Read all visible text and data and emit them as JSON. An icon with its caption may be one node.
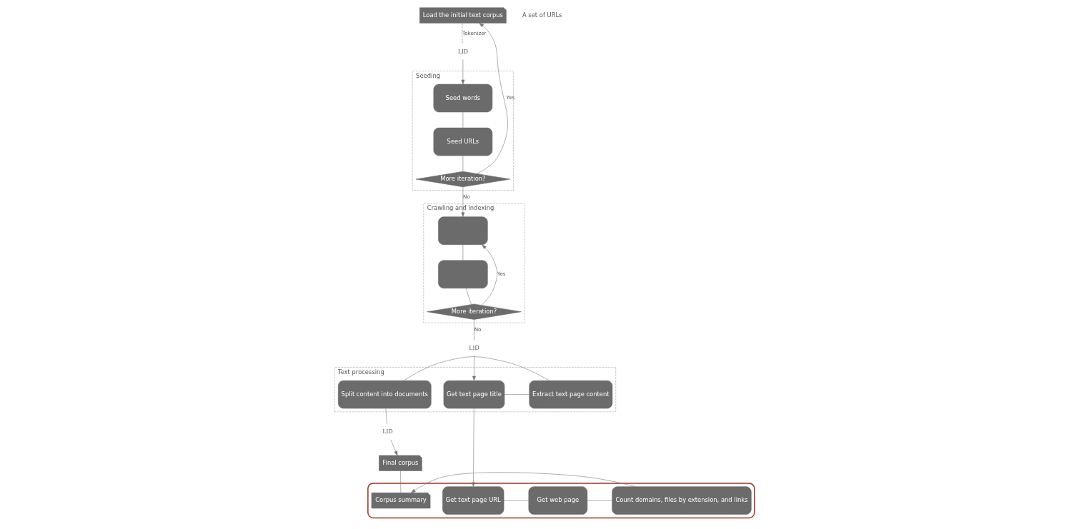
{
  "diagram": {
    "nodes": [
      {
        "text": [
          "Load the initial text corpus"
        ]
      },
      {
        "text": [
          "Seeding"
        ]
      },
      {
        "text": [
          "Seed words"
        ],
        "in": 1
      },
      {
        "text": [
          "Seed URLs"
        ],
        "in": 1
      },
      {
        "text": [
          "More iteration?"
        ],
        "in": 1
      },
      {
        "text": [
          "Crawling and indexing"
        ]
      },
      {
        "text": [],
        "shape": "box",
        "in": 5
      },
      {
        "text": [],
        "shape": "box",
        "in": 5
      },
      {
        "text": [
          "More iteration?"
        ],
        "in": 5
      },
      {
        "text": [
          "Text processing"
        ]
      },
      {
        "text": [
          "Split content into documents"
        ],
        "in": 9
      },
      {
        "text": [
          "Extract text page content"
        ],
        "in": 9
      },
      {
        "text": [
          "Get text page title"
        ],
        "in": 9
      },
      {
        "text": [
          "Final corpus"
        ]
      },
      {
        "text": [],
        "shape": "box"
      },
      {
        "text": [
          "Corpus summary"
        ],
        "in": 14
      },
      {
        "text": [
          "Count domains, files by extension, and links"
        ],
        "in": 14
      },
      {
        "text": [
          "Get web page"
        ],
        "in": 14
      },
      {
        "text": [
          "Get text page URL"
        ],
        "in": 14
      },
      {
        "text": [
          "LID"
        ]
      },
      {
        "text": [
          "LID"
        ]
      },
      {
        "text": [
          "LID"
        ]
      }
    ],
    "edges": [
      {
        "from": 0,
        "to": 19,
        "arrow": "none",
        "label": "Tokenizer",
        "style": "dashed"
      },
      {
        "from": 19,
        "to": 2,
        "arrow": "to"
      },
      {
        "from": 2,
        "to": 3,
        "arrow": "none"
      },
      {
        "from": 3,
        "to": 4,
        "arrow": "none"
      },
      {
        "from": 4,
        "to": 0,
        "arrow": "to",
        "label": "Yes"
      },
      {
        "from": 4,
        "to": 6,
        "arrow": "to",
        "label": "No"
      },
      {
        "from": 6,
        "to": 7,
        "arrow": "none"
      },
      {
        "from": 7,
        "to": 8,
        "arrow": "none"
      },
      {
        "from": 8,
        "to": 6,
        "arrow": "to",
        "label": "Yes"
      },
      {
        "from": 8,
        "to": 21,
        "arrow": "none",
        "label": "No"
      },
      {
        "from": 21,
        "to": 12,
        "arrow": "to"
      },
      {
        "from": 12,
        "to": 11,
        "arrow": "none"
      },
      {
        "from": 11,
        "to": 10,
        "arrow": "none"
      },
      {
        "from": 10,
        "to": 20,
        "arrow": "none"
      },
      {
        "from": 20,
        "to": 13,
        "arrow": "to"
      },
      {
        "from": 13,
        "to": 15,
        "arrow": "none"
      },
      {
        "from": 12,
        "to": 18,
        "arrow": "to"
      },
      {
        "from": 18,
        "to": 17,
        "arrow": "none"
      },
      {
        "from": 17,
        "to": 16,
        "arrow": "none"
      },
      {
        "from": 16,
        "to": 15,
        "arrow": "to"
      }
    ],
    "labels": [
      "A set of URLs"
    ]
  }
}
